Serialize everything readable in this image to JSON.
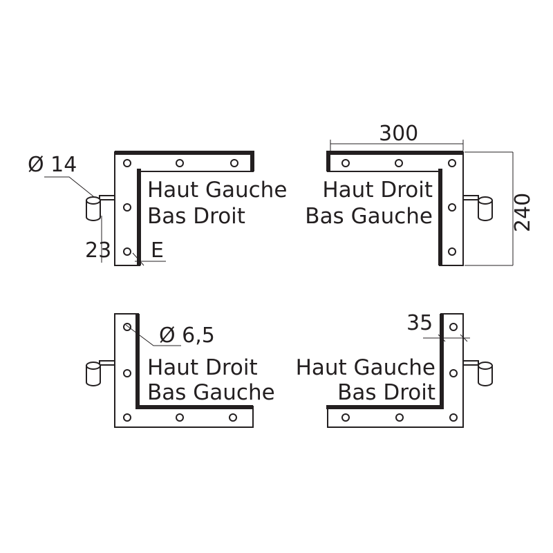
{
  "hinges": [
    {
      "id": "top-left",
      "line1": "Haut Gauche",
      "line2": "Bas Droit"
    },
    {
      "id": "top-right",
      "line1": "Haut Droit",
      "line2": "Bas Gauche"
    },
    {
      "id": "bottom-left",
      "line1": "Haut Droit",
      "line2": "Bas Gauche"
    },
    {
      "id": "bottom-right",
      "line1": "Haut Gauche",
      "line2": "Bas Droit"
    }
  ],
  "dimensions": {
    "knuckle_diameter": "Ø 14",
    "knuckle_offset": "23",
    "thickness": "E",
    "width": "300",
    "height": "240",
    "hole_diameter": "Ø 6,5",
    "strap_width": "35"
  },
  "colors": {
    "stroke": "#231f20",
    "background": "#ffffff"
  }
}
